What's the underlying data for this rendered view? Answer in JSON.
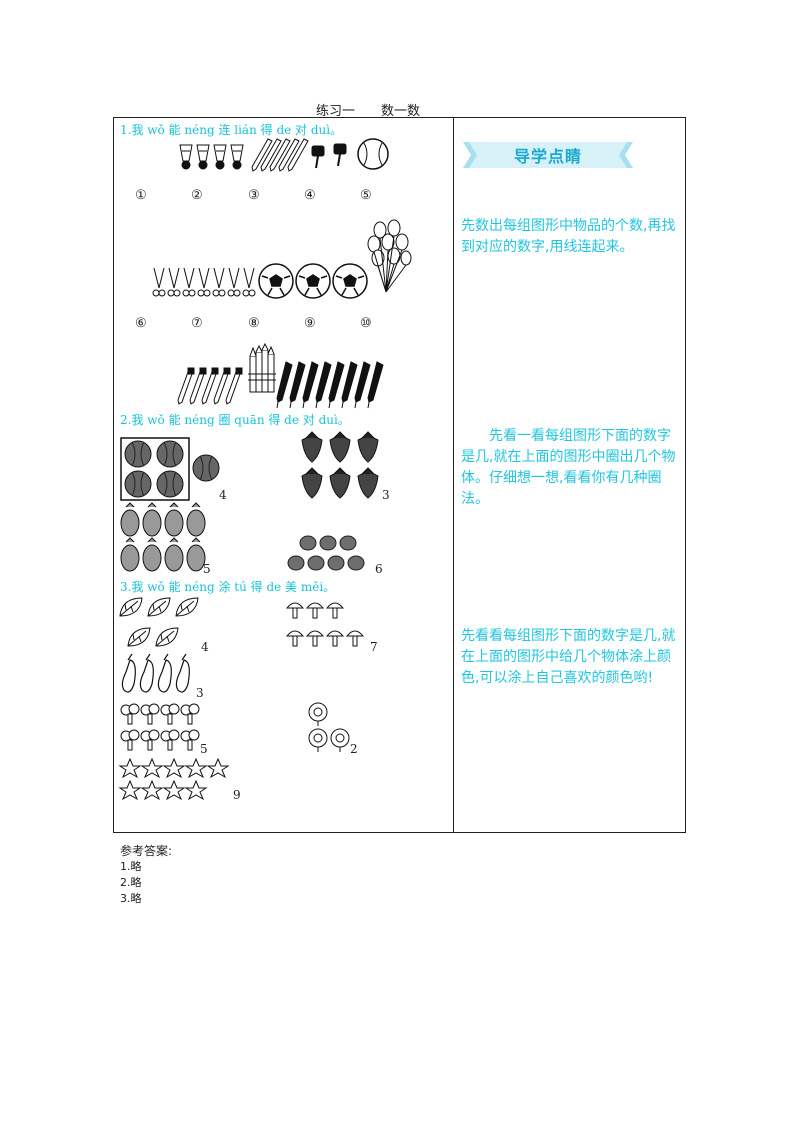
{
  "title": "练习一　　数一数",
  "q1": {
    "label": "1.我 wǒ 能 néng 连 lián 得 de 对 duì。",
    "row1_numbers": [
      "①",
      "②",
      "③",
      "④",
      "⑤"
    ],
    "row2_numbers": [
      "⑥",
      "⑦",
      "⑧",
      "⑨",
      "⑩"
    ],
    "icons": [
      "shuttlecock-icon",
      "pencil-icon",
      "key-icon",
      "baseball-icon",
      "scissors-icon",
      "soccer-ball-icon",
      "balloon-icon",
      "brush-icon",
      "crayon-icon",
      "fountain-pen-icon"
    ]
  },
  "q2": {
    "label": "2.我 wǒ 能 néng 圈 quān 得 de 对 duì。",
    "counts": {
      "watermelon": "4",
      "strawberry": "3",
      "pineapple": "5",
      "tomato": "6"
    }
  },
  "q3": {
    "label": "3.我 wǒ 能 néng 涂 tú 得 de 美 měi。",
    "counts": {
      "leaf": "4",
      "mushroom": "7",
      "eggplant": "3",
      "tree": "5",
      "flower": "2",
      "star": "9"
    }
  },
  "sidebar": {
    "banner": "导学点睛",
    "tip1": "先数出每组图形中物品的个数,再找到对应的数字,用线连起来。",
    "tip2": "先看一看每组图形下面的数字是几,就在上面的图形中圈出几个物体。仔细想一想,看看你有几种圈法。",
    "tip3": "先看看每组图形下面的数字是几,就在上面的图形中给几个物体涂上颜色,可以涂上自己喜欢的颜色哟!"
  },
  "answers": {
    "heading": "参考答案:",
    "items": [
      "1.略",
      "2.略",
      "3.略"
    ]
  },
  "colors": {
    "accent": "#20c6e0",
    "banner_bg": "#d6f1f8",
    "banner_text": "#1aa9cf"
  }
}
